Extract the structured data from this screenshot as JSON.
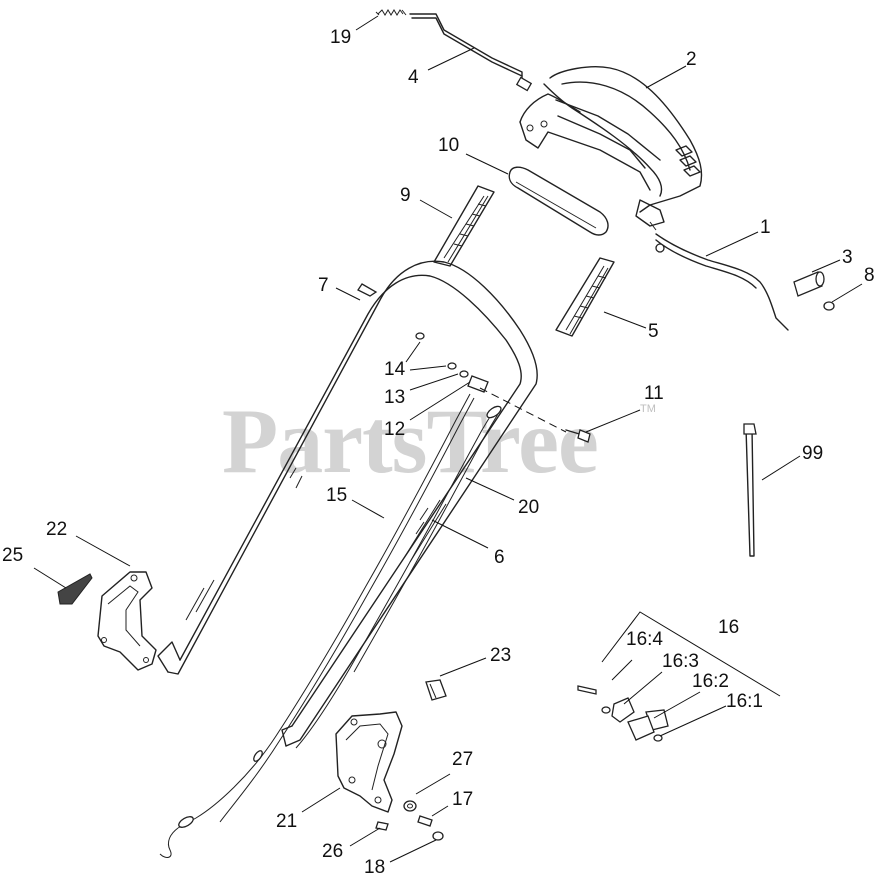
{
  "watermark": {
    "brand": "PartsTree",
    "trademark": "TM"
  },
  "callouts": [
    {
      "id": "1",
      "label": "1"
    },
    {
      "id": "2",
      "label": "2"
    },
    {
      "id": "3",
      "label": "3"
    },
    {
      "id": "4",
      "label": "4"
    },
    {
      "id": "5",
      "label": "5"
    },
    {
      "id": "6",
      "label": "6"
    },
    {
      "id": "7",
      "label": "7"
    },
    {
      "id": "8",
      "label": "8"
    },
    {
      "id": "9",
      "label": "9"
    },
    {
      "id": "10",
      "label": "10"
    },
    {
      "id": "11",
      "label": "11"
    },
    {
      "id": "12",
      "label": "12"
    },
    {
      "id": "13",
      "label": "13"
    },
    {
      "id": "14",
      "label": "14"
    },
    {
      "id": "15",
      "label": "15"
    },
    {
      "id": "16",
      "label": "16"
    },
    {
      "id": "16-1",
      "label": "16:1"
    },
    {
      "id": "16-2",
      "label": "16:2"
    },
    {
      "id": "16-3",
      "label": "16:3"
    },
    {
      "id": "16-4",
      "label": "16:4"
    },
    {
      "id": "17",
      "label": "17"
    },
    {
      "id": "18",
      "label": "18"
    },
    {
      "id": "19",
      "label": "19"
    },
    {
      "id": "20",
      "label": "20"
    },
    {
      "id": "21",
      "label": "21"
    },
    {
      "id": "22",
      "label": "22"
    },
    {
      "id": "23",
      "label": "23"
    },
    {
      "id": "25",
      "label": "25"
    },
    {
      "id": "26",
      "label": "26"
    },
    {
      "id": "27",
      "label": "27"
    },
    {
      "id": "99",
      "label": "99"
    }
  ]
}
